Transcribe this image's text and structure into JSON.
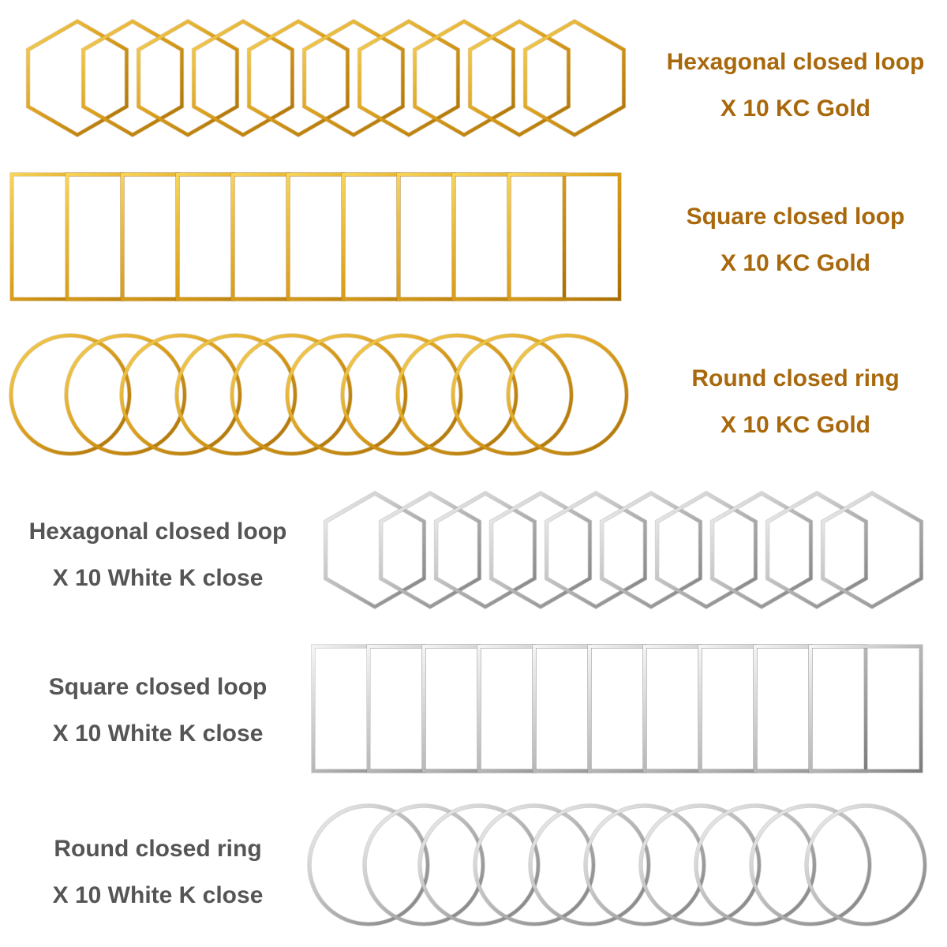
{
  "colors": {
    "gold_text": "#a8680c",
    "silver_text": "#555555",
    "gold_ring_light": "#f6d45a",
    "gold_ring_mid": "#dca11c",
    "gold_ring_dark": "#a86e06",
    "silver_ring_light": "#f4f4f4",
    "silver_ring_mid": "#bdbdbd",
    "silver_ring_dark": "#7c7c7c"
  },
  "groups": [
    {
      "shape": "hexagon",
      "finish": "gold",
      "count": 10,
      "name_line": "Hexagonal closed loop",
      "quantity_line": "X 10 KC Gold"
    },
    {
      "shape": "square",
      "finish": "gold",
      "count": 10,
      "name_line": "Square closed loop",
      "quantity_line": "X 10 KC Gold"
    },
    {
      "shape": "circle",
      "finish": "gold",
      "count": 10,
      "name_line": "Round closed ring",
      "quantity_line": "X 10 KC Gold"
    },
    {
      "shape": "hexagon",
      "finish": "silver",
      "count": 10,
      "name_line": "Hexagonal closed loop",
      "quantity_line": "X 10 White K close"
    },
    {
      "shape": "square",
      "finish": "silver",
      "count": 10,
      "name_line": "Square closed loop",
      "quantity_line": "X 10 White K close"
    },
    {
      "shape": "circle",
      "finish": "silver",
      "count": 10,
      "name_line": "Round closed ring",
      "quantity_line": "X 10 White K close"
    }
  ]
}
